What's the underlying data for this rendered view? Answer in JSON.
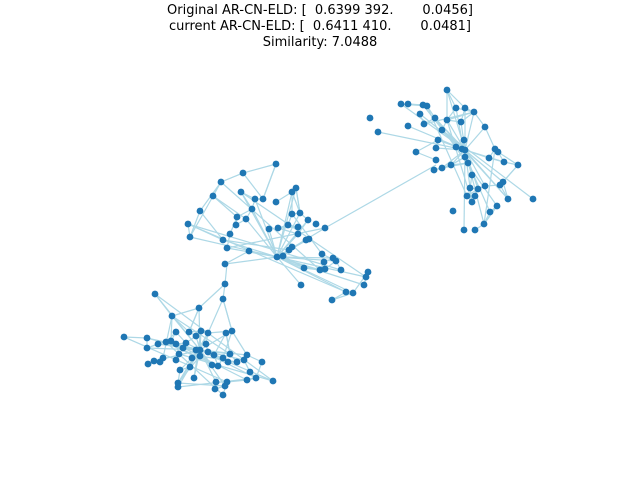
{
  "figure": {
    "title_lines": [
      "Original AR-CN-ELD: [  0.6399 392.       0.0456]",
      "current AR-CN-ELD: [  0.6411 410.       0.0481]",
      "Similarity: 7.0488"
    ]
  },
  "graph": {
    "node_color": "#1f77b4",
    "edge_color": "#add8e6",
    "communities": [
      {
        "name": "top-right cluster",
        "node_count": 52
      },
      {
        "name": "middle cluster",
        "node_count": 52
      },
      {
        "name": "bottom-left cluster",
        "node_count": 55
      }
    ]
  }
}
